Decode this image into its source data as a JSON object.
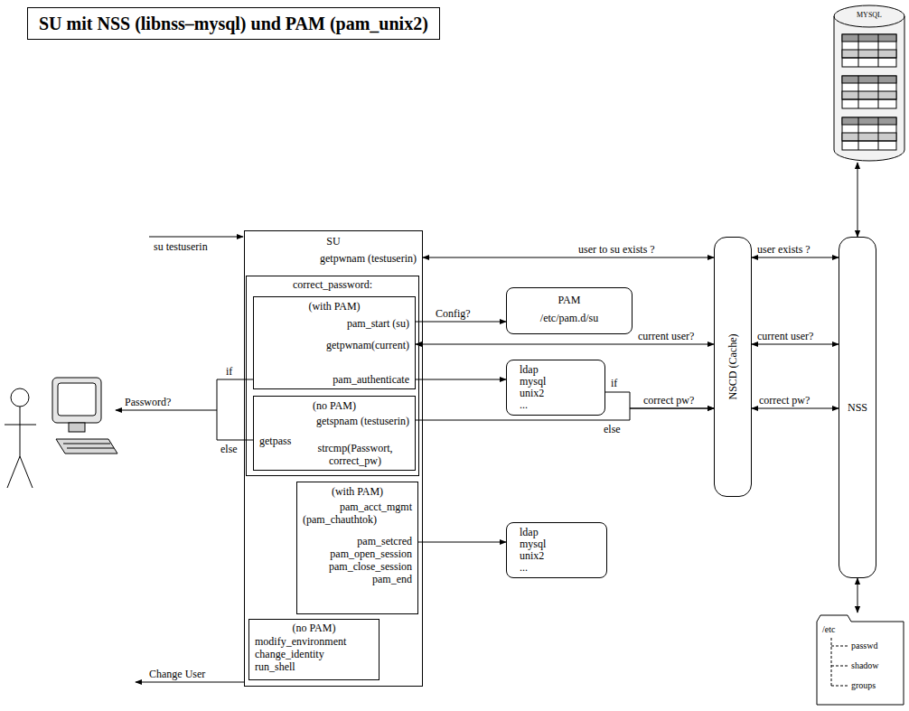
{
  "diagram": {
    "title": "SU mit NSS (libnss–mysql) und PAM (pam_unix2)",
    "nodes": [
      {
        "text": [
          "SU",
          "getpwnam (testuserin)"
        ]
      },
      {
        "text": [
          "correct_password:"
        ],
        "in": 0
      },
      {
        "text": [
          "(with PAM)",
          "pam_start (su)",
          "getpwnam(current)",
          "pam_authenticate"
        ],
        "in": 1
      },
      {
        "text": [
          "(no PAM)",
          "getspnam (testuserin)",
          "getpass",
          "strcmp(Passwort, correct_pw)"
        ],
        "in": 1
      },
      {
        "text": [
          "(with PAM)",
          "pam_acct_mgmt",
          "(pam_chauthtok)",
          "pam_setcred",
          "pam_open_session",
          "pam_close_session",
          "pam_end"
        ],
        "in": 0
      },
      {
        "text": [
          "(no PAM)",
          "modify_environment",
          "change_identity",
          "run_shell"
        ],
        "in": 0
      },
      {
        "text": [
          "PAM",
          "/etc/pam.d/su"
        ]
      },
      {
        "text": [
          "ldap",
          "mysql",
          "unix2",
          "..."
        ]
      },
      {
        "text": [
          "ldap",
          "mysql",
          "unix2",
          "..."
        ]
      },
      {
        "text": [
          "NSCD (Cache)"
        ]
      },
      {
        "text": [
          "NSS"
        ]
      },
      {
        "text": [
          "MYSQL"
        ]
      },
      {
        "text": [
          "/etc",
          "passwd",
          "shadow",
          "groups"
        ]
      }
    ],
    "edges": [
      {
        "from": 0,
        "to": 9,
        "arrow": "both",
        "label": "user to su exists ?"
      },
      {
        "from": 9,
        "to": 10,
        "arrow": "both",
        "label": "user exists ?"
      },
      {
        "from": 2,
        "to": 6,
        "arrow": "to",
        "label": "Config?"
      },
      {
        "from": 2,
        "to": 9,
        "arrow": "both",
        "label": "current user?"
      },
      {
        "from": 9,
        "to": 10,
        "arrow": "both",
        "label": "current user?"
      },
      {
        "from": 2,
        "to": 7,
        "arrow": "to"
      },
      {
        "from": 7,
        "to": 9,
        "arrow": "to"
      },
      {
        "from": 3,
        "to": 9,
        "arrow": "to",
        "label": "correct pw?"
      },
      {
        "from": 9,
        "to": 10,
        "arrow": "both",
        "label": "correct pw?"
      },
      {
        "from": 4,
        "to": 8,
        "arrow": "to"
      },
      {
        "from": 10,
        "to": 11,
        "arrow": "both"
      },
      {
        "from": 10,
        "to": 12,
        "arrow": "both"
      }
    ],
    "labels": [
      "su testuserin",
      "if",
      "Password?",
      "else",
      "if",
      "else",
      "Change User"
    ]
  }
}
